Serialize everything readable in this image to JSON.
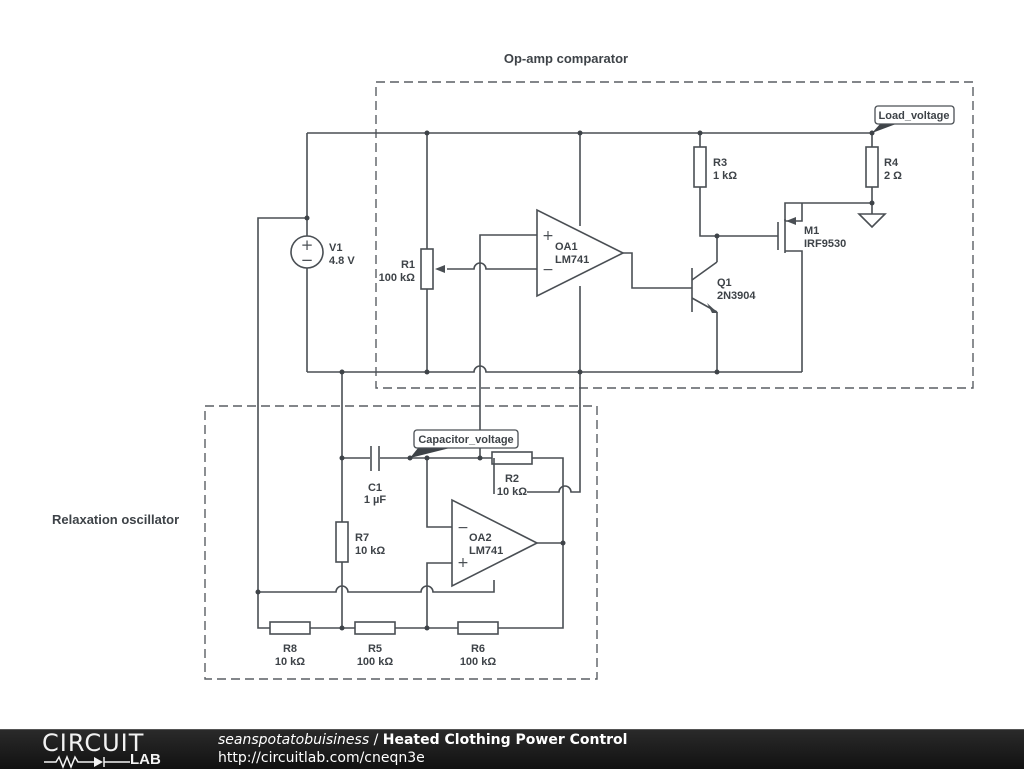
{
  "groups": {
    "comparator": "Op-amp comparator",
    "oscillator": "Relaxation oscillator"
  },
  "components": {
    "V1": {
      "ref": "V1",
      "value": "4.8 V"
    },
    "R1": {
      "ref": "R1",
      "value": "100 kΩ"
    },
    "OA1": {
      "ref": "OA1",
      "value": "LM741"
    },
    "R3": {
      "ref": "R3",
      "value": "1 kΩ"
    },
    "R4": {
      "ref": "R4",
      "value": "2 Ω"
    },
    "M1": {
      "ref": "M1",
      "value": "IRF9530"
    },
    "Q1": {
      "ref": "Q1",
      "value": "2N3904"
    },
    "C1": {
      "ref": "C1",
      "value": "1 µF"
    },
    "R2": {
      "ref": "R2",
      "value": "10 kΩ"
    },
    "OA2": {
      "ref": "OA2",
      "value": "LM741"
    },
    "R7": {
      "ref": "R7",
      "value": "10 kΩ"
    },
    "R8": {
      "ref": "R8",
      "value": "10 kΩ"
    },
    "R5": {
      "ref": "R5",
      "value": "100 kΩ"
    },
    "R6": {
      "ref": "R6",
      "value": "100 kΩ"
    }
  },
  "net_labels": {
    "load": "Load_voltage",
    "capacitor": "Capacitor_voltage"
  },
  "symbols": {
    "plus": "+",
    "minus": "−",
    "source_pm": "±"
  },
  "footer": {
    "logo_top": "CIRCUIT",
    "logo_bottom": "LAB",
    "author": "seanspotatobuisiness",
    "separator": " / ",
    "title": "Heated Clothing Power Control",
    "url": "http://circuitlab.com/cneqn3e"
  }
}
